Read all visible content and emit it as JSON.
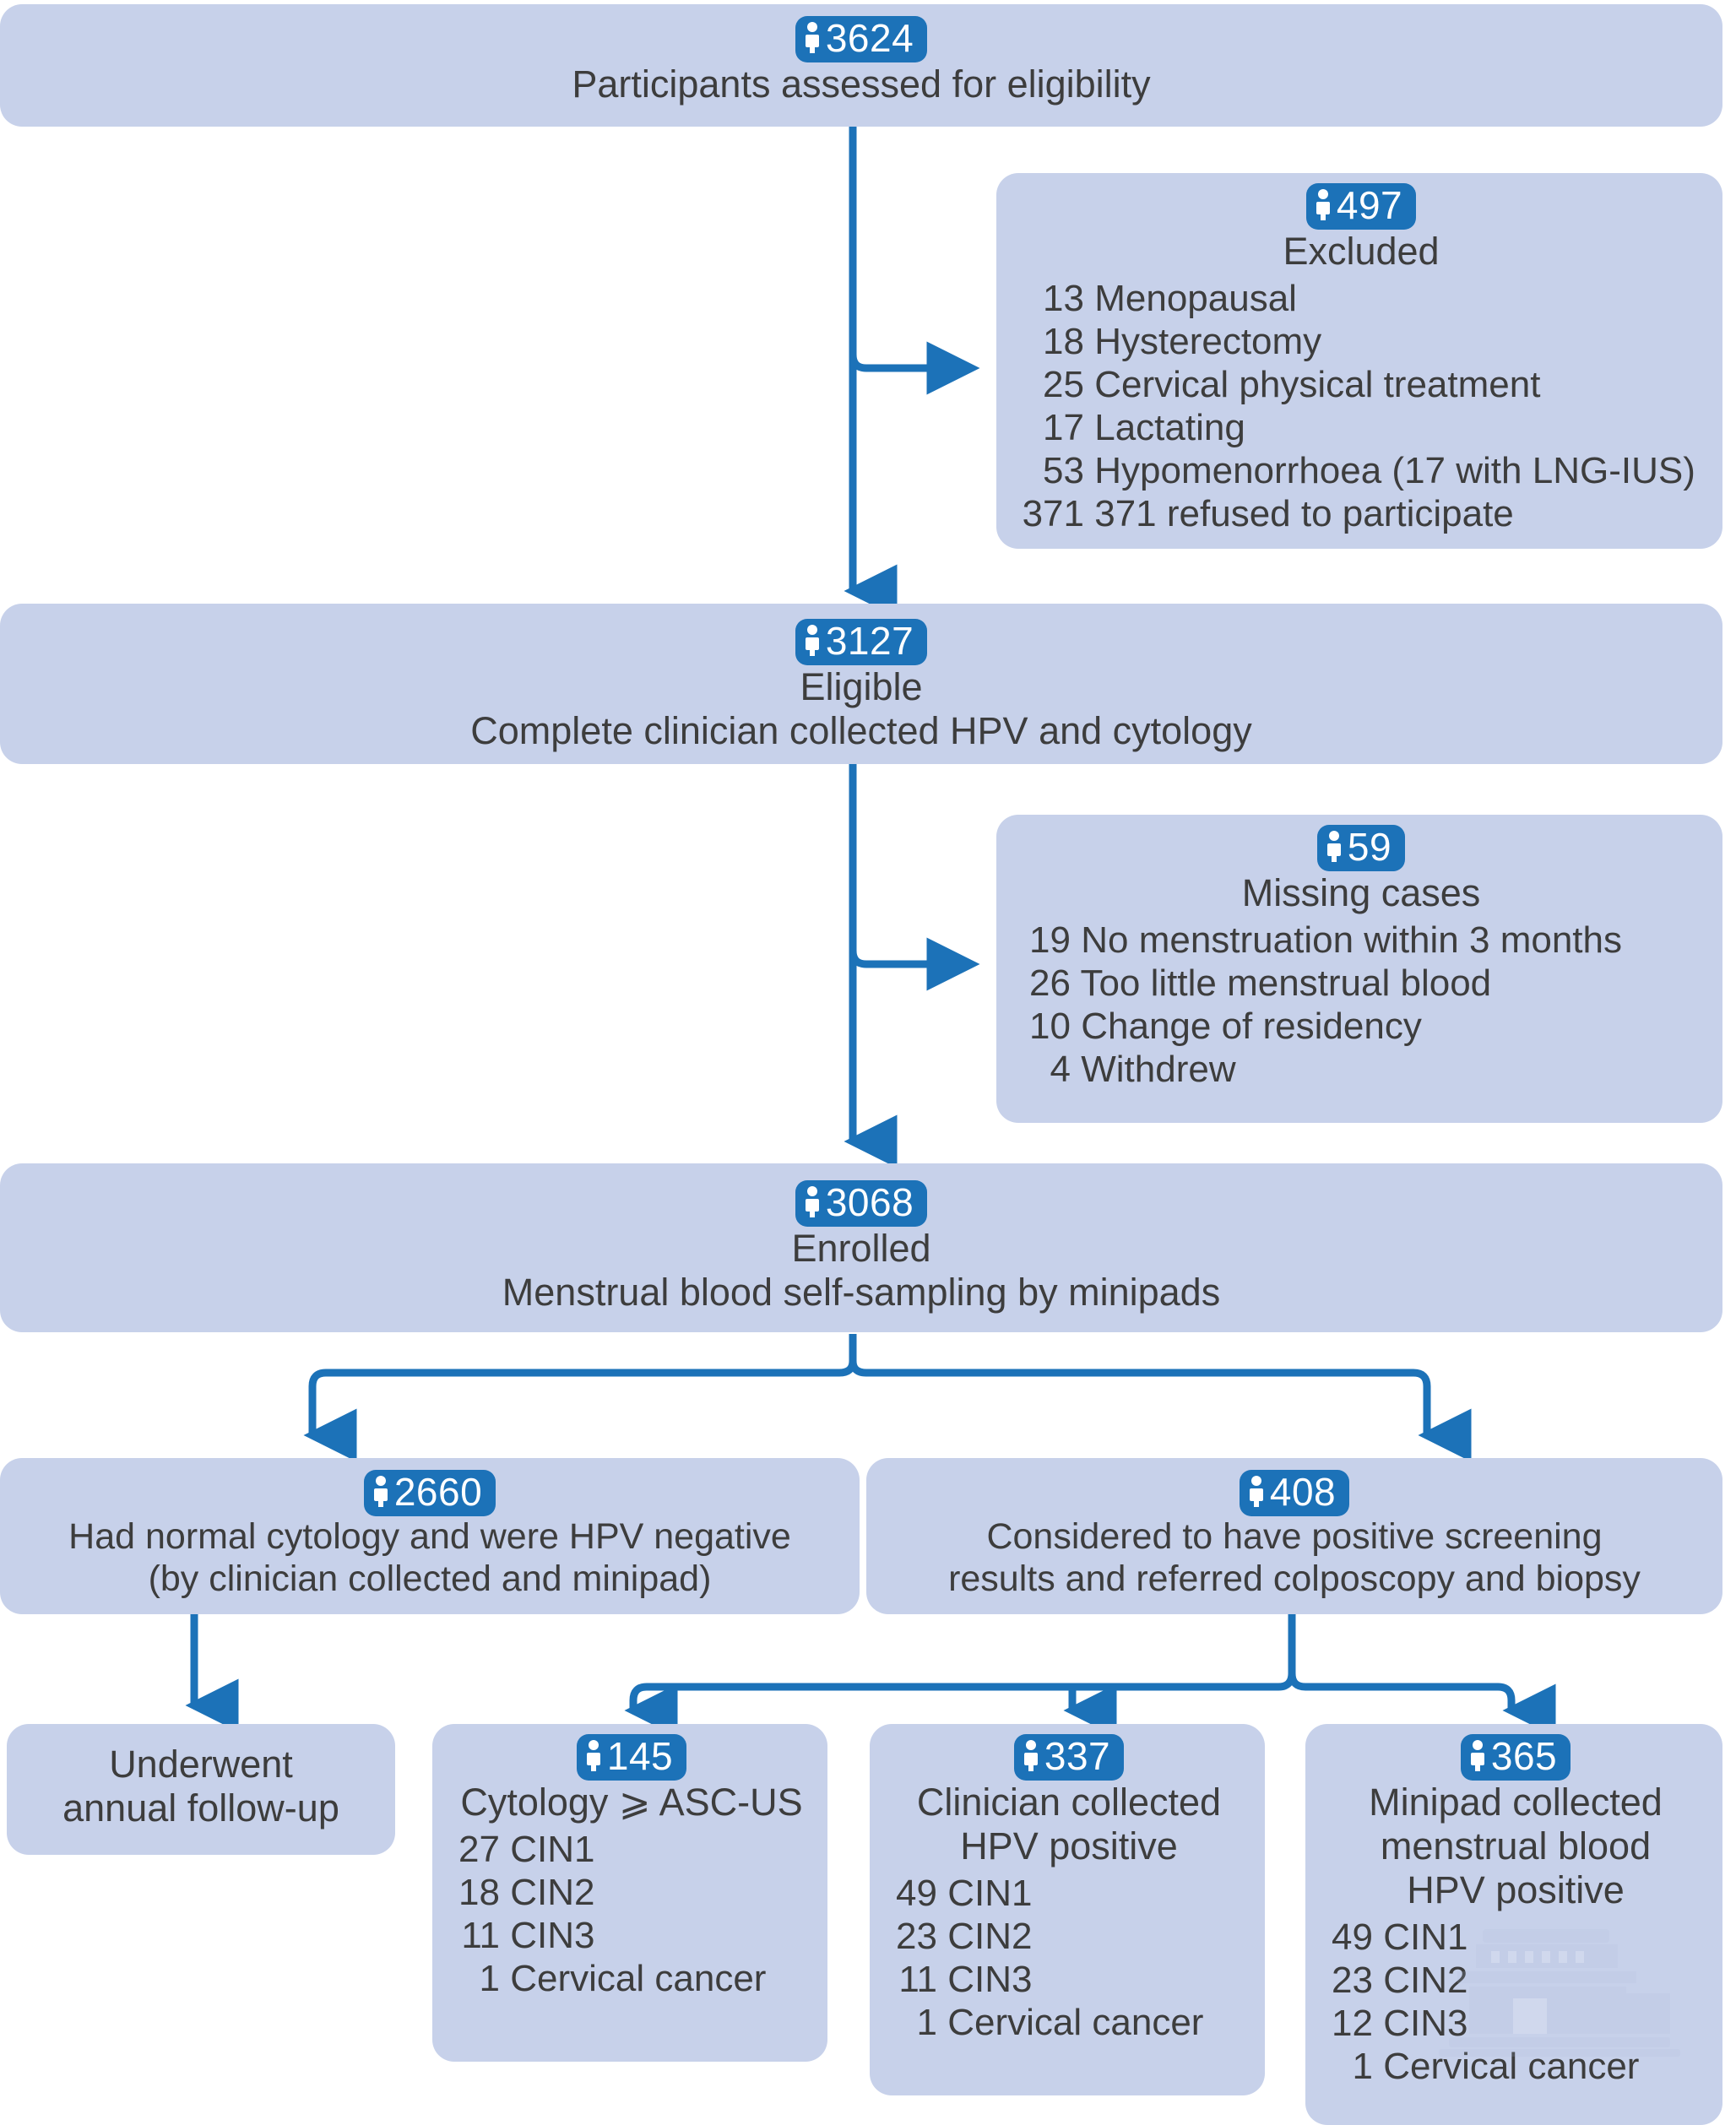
{
  "meta": {
    "colors": {
      "box_fill": "#c7d1ea",
      "badge_blue": "#1c72b8",
      "connector_blue": "#1c72b8",
      "text_dark": "#3d3d3d",
      "page_background": "#ffffff"
    },
    "badge_icon": "person-icon"
  },
  "nodes": {
    "assessed": {
      "count": "3624",
      "title": "Participants assessed for eligibility"
    },
    "excluded": {
      "count": "497",
      "title": "Excluded",
      "items": [
        {
          "n": "13",
          "label": "Menopausal"
        },
        {
          "n": "18",
          "label": "Hysterectomy"
        },
        {
          "n": "25",
          "label": "Cervical physical treatment"
        },
        {
          "n": "17",
          "label": "Lactating"
        },
        {
          "n": "53",
          "label": "Hypomenorrhoea (17 with LNG-IUS)"
        },
        {
          "n": "371",
          "label": "371 refused to participate"
        }
      ]
    },
    "eligible": {
      "count": "3127",
      "title": "Eligible\nComplete clinician collected HPV and cytology"
    },
    "missing": {
      "count": "59",
      "title": "Missing cases",
      "items": [
        {
          "n": "19",
          "label": "No menstruation within 3 months"
        },
        {
          "n": "26",
          "label": "Too little menstrual blood"
        },
        {
          "n": "10",
          "label": "Change of residency"
        },
        {
          "n": "4",
          "label": "Withdrew"
        }
      ]
    },
    "enrolled": {
      "count": "3068",
      "title": "Enrolled\nMenstrual blood self-sampling by minipads"
    },
    "negative": {
      "count": "2660",
      "title": "Had normal cytology and were HPV negative\n(by clinician collected and minipad)"
    },
    "positive": {
      "count": "408",
      "title": "Considered to have positive screening\nresults and referred colposcopy and biopsy"
    },
    "followup": {
      "title": "Underwent\nannual follow-up"
    },
    "cytology": {
      "count": "145",
      "title": "Cytology ⩾ ASC-US",
      "items": [
        {
          "n": "27",
          "label": "CIN1"
        },
        {
          "n": "18",
          "label": "CIN2"
        },
        {
          "n": "11",
          "label": "CIN3"
        },
        {
          "n": "1",
          "label": "Cervical cancer"
        }
      ]
    },
    "clinician_hpv": {
      "count": "337",
      "title": "Clinician collected\nHPV positive",
      "items": [
        {
          "n": "49",
          "label": "CIN1"
        },
        {
          "n": "23",
          "label": "CIN2"
        },
        {
          "n": "11",
          "label": "CIN3"
        },
        {
          "n": "1",
          "label": "Cervical cancer"
        }
      ]
    },
    "minipad_hpv": {
      "count": "365",
      "title": "Minipad collected\nmenstrual blood\nHPV positive",
      "items": [
        {
          "n": "49",
          "label": "CIN1"
        },
        {
          "n": "23",
          "label": "CIN2"
        },
        {
          "n": "12",
          "label": "CIN3"
        },
        {
          "n": "1",
          "label": "Cervical cancer"
        }
      ]
    }
  }
}
